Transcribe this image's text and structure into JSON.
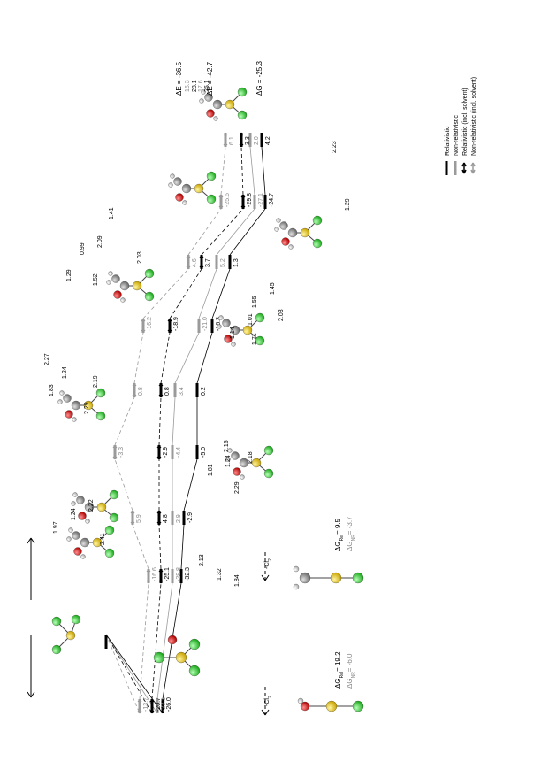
{
  "legend": {
    "items": [
      {
        "label": "Relativistic",
        "style": "solid-black"
      },
      {
        "label": "Non-relativistic",
        "style": "solid-gray"
      },
      {
        "label": "Relativistic (incl. solvent)",
        "style": "arrow-black"
      },
      {
        "label": "Non-relativistic (incl. solvent)",
        "style": "arrow-gray"
      }
    ]
  },
  "header": {
    "dE_top": "ΔE = -36.5",
    "dE_bottom": "ΔE = -42.7",
    "dG": "ΔG = -25.3",
    "final_vals": [
      "16.3",
      "28.1",
      "17.6",
      "25.1"
    ]
  },
  "states": [
    {
      "id": "reactant",
      "rel": "",
      "nonrel": ""
    },
    {
      "id": "complex",
      "labels": [
        "-13.7",
        "-20.7",
        "-23.1",
        "-26.0"
      ]
    },
    {
      "id": "ts1",
      "labels": [
        "-16.6",
        "-25.1",
        "-29.8",
        "-32.3"
      ]
    },
    {
      "id": "int1",
      "labels": [
        "5.9",
        "4.8",
        "2.9",
        "-2.9"
      ]
    },
    {
      "id": "ts2",
      "labels": [
        "-3.3",
        "-2.9",
        "-4.4",
        "-5.0"
      ]
    },
    {
      "id": "int2",
      "labels": [
        "0.8",
        "0.8",
        "3.4",
        "0.2"
      ]
    },
    {
      "id": "ts3",
      "labels": [
        "-16.2",
        "-18.9",
        "-21.0",
        "-16.3"
      ]
    },
    {
      "id": "int3",
      "labels": [
        "4.6",
        "3.7",
        "5.2",
        "1.3"
      ]
    },
    {
      "id": "ts4",
      "labels": [
        "-25.6",
        "-29.8",
        "-27.1",
        "-24.7"
      ]
    },
    {
      "id": "prod",
      "labels": [
        "6.1",
        "3.3",
        "2.0",
        "4.2"
      ]
    }
  ],
  "geometry_labels": {
    "ts1": [
      "1.32",
      "1.84",
      "2.13"
    ],
    "int1": [
      "1.24",
      "2.22",
      "1.97",
      "2.41"
    ],
    "ts2": [
      "2.15",
      "2.18",
      "1.81",
      "1.24",
      "2.29"
    ],
    "int2": [
      "2.27",
      "1.24",
      "2.19",
      "1.83",
      "2.29"
    ],
    "ts3": [
      "1.55",
      "1.45",
      "1.01",
      "2.03",
      "1.14",
      "1.71"
    ],
    "int3": [
      "0.99",
      "2.09",
      "1.41",
      "1.29",
      "2.03",
      "1.52"
    ],
    "ts4": [
      "2.23",
      "1.29"
    ]
  },
  "bottom": {
    "left_dG_rel": "ΔG",
    "left_dG_rel_sub": "Rel",
    "left_dG_rel_val": "= 19.2",
    "left_dG_nr": "ΔG",
    "left_dG_nr_sub": "NR",
    "left_dG_nr_val": "= -6.0",
    "right_dG_rel": "ΔG",
    "right_dG_rel_sub": "Rel",
    "right_dG_rel_val": "= 9.5",
    "right_dG_nr": "ΔG",
    "right_dG_nr_sub": "NR",
    "right_dG_nr_val": "= -3.7",
    "cl2_left": "-Cl",
    "cl2_left_sub": "2",
    "cl2_right": "-Cl",
    "cl2_right_sub": "2"
  },
  "colors": {
    "cl": "#2fcc2f",
    "s": "#e3c80a",
    "o": "#d01010",
    "c": "#8c8c8c",
    "h": "#e0e0e0",
    "gray_line": "#9a9a9a"
  }
}
